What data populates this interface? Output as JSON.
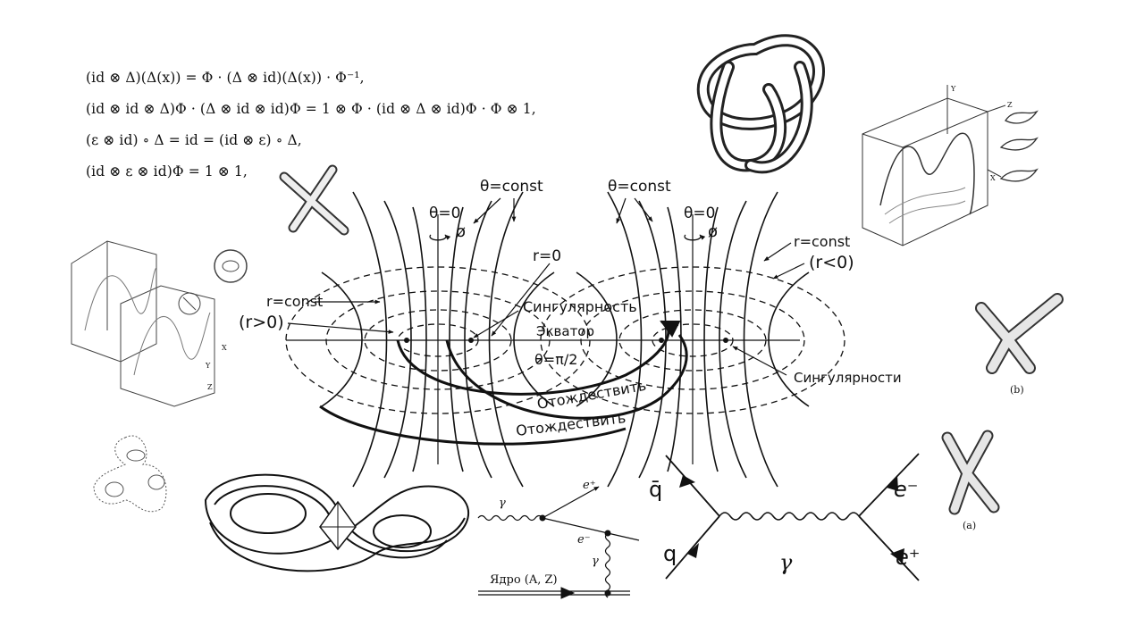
{
  "equations": [
    "(id ⊗ Δ)(Δ(x)) = Φ · (Δ ⊗ id)(Δ(x)) · Φ⁻¹,",
    "(id ⊗ id ⊗ Δ)Φ · (Δ ⊗ id ⊗ id)Φ = 1 ⊗ Φ · (id ⊗ Δ ⊗ id)Φ · Φ ⊗ 1,",
    "(ε ⊗ id) ∘ Δ = id = (id ⊗ ε) ∘ Δ,",
    "(id ⊗ ε ⊗ id)Φ = 1 ⊗ 1,"
  ],
  "wormhole_diagram": {
    "theta_zero_left": "θ=0",
    "theta_zero_right": "θ=0",
    "phi_left": "ø",
    "phi_right": "ø",
    "theta_const_left": "θ=const",
    "theta_const_right": "θ=const",
    "r_zero": "r=0",
    "r_const_left": "r=const",
    "r_pos": "(r>0)",
    "r_const_right": "r=const",
    "r_neg": "(r<0)",
    "singularity_center": "Сингулярность",
    "equator": "Экватор",
    "theta_half_pi": "θ=π/2",
    "identify_1": "Отождествить",
    "identify_2": "Отождествить",
    "singularity_right": "Сингулярности"
  },
  "pair_production": {
    "photon": "γ",
    "positron": "e⁺",
    "electron": "e⁻",
    "virtual_photon": "γ",
    "nucleus": "Ядро (A, Z)"
  },
  "annihilation": {
    "antiquark": "q̄",
    "quark": "q",
    "photon": "γ",
    "electron": "e⁻",
    "positron": "e⁺"
  },
  "surface_labels": {
    "label_b": "(b)",
    "label_a": "(a)",
    "axis_x_small": "X",
    "axis_z_small": "Z",
    "axis_y_small": "Y",
    "cube_y": "Y",
    "cube_z": "Z",
    "cube_x": "X"
  }
}
